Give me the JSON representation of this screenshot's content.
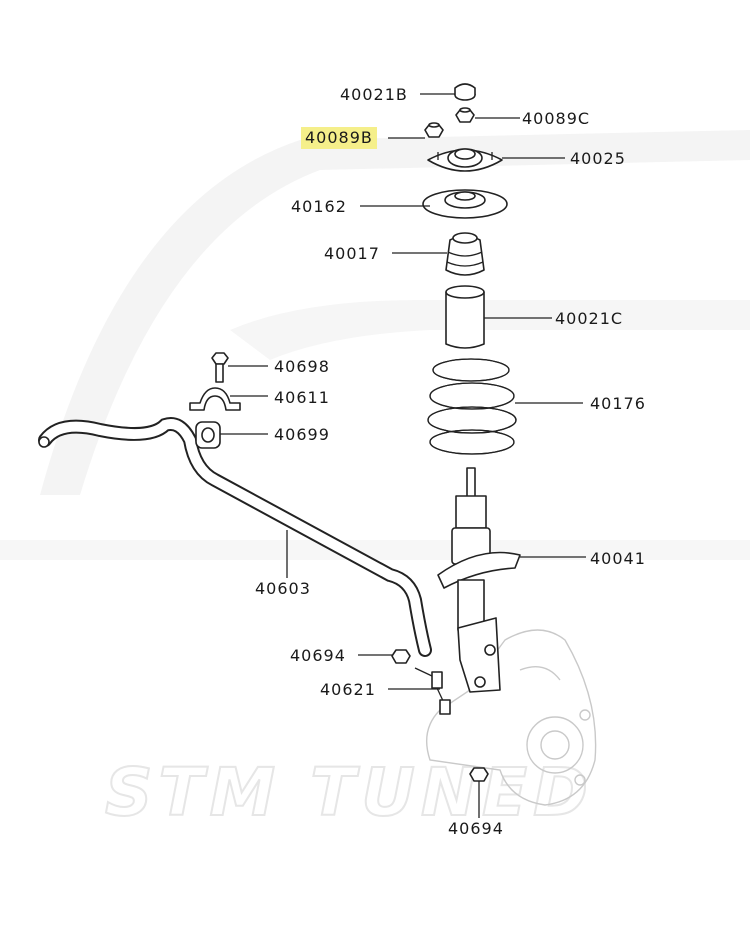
{
  "watermark": "STM TUNED",
  "colors": {
    "highlight": "#f5ef8a",
    "line": "#222222",
    "watermark": "#f2f2f2"
  },
  "labels": {
    "p40021B": "40021B",
    "p40089C": "40089C",
    "p40089B": "40089B",
    "p40025": "40025",
    "p40162": "40162",
    "p40017": "40017",
    "p40021C": "40021C",
    "p40698": "40698",
    "p40611": "40611",
    "p40176": "40176",
    "p40699": "40699",
    "p40041": "40041",
    "p40603": "40603",
    "p40694a": "40694",
    "p40621": "40621",
    "p40694b": "40694"
  },
  "highlighted_part": "40089B"
}
